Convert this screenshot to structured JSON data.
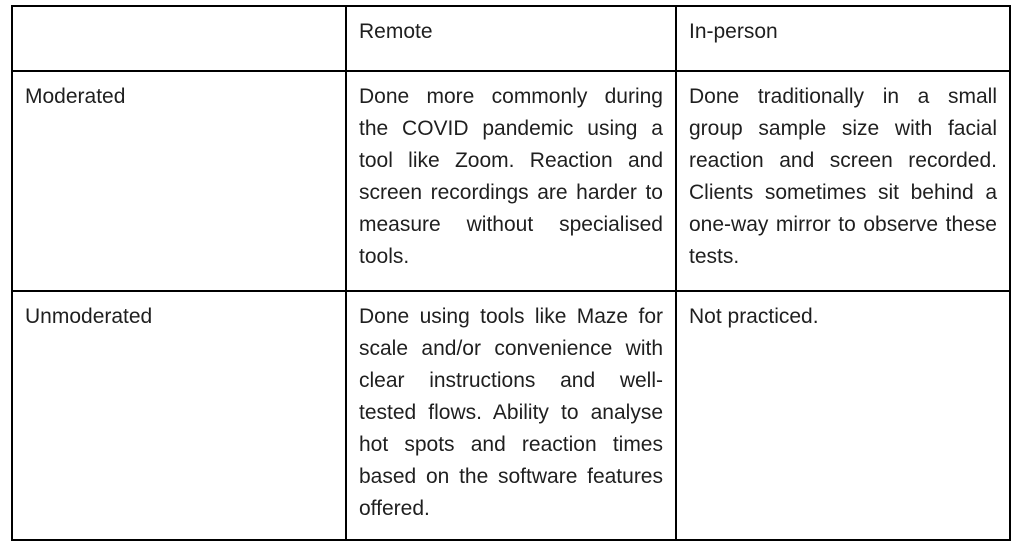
{
  "table": {
    "corner_label": "",
    "columns": [
      "Remote",
      "In-person"
    ],
    "rows": [
      {
        "label": "Moderated",
        "remote": "Done more commonly during the COVID pandemic using a tool like Zoom. Reaction and screen recordings are harder to measure without specialised tools.",
        "in_person": "Done traditionally in a small group sample size with facial reaction and screen recorded. Clients sometimes sit behind a one-way mirror to observe these tests."
      },
      {
        "label": "Unmoderated",
        "remote": "Done using tools like Maze for scale and/or convenience with clear instructions and well-tested flows. Ability to analyse hot spots and reaction times based on the software features offered.",
        "in_person": "Not practiced."
      }
    ],
    "colors": {
      "border": "#000000",
      "text": "#1f1f1f",
      "background": "#ffffff"
    }
  }
}
